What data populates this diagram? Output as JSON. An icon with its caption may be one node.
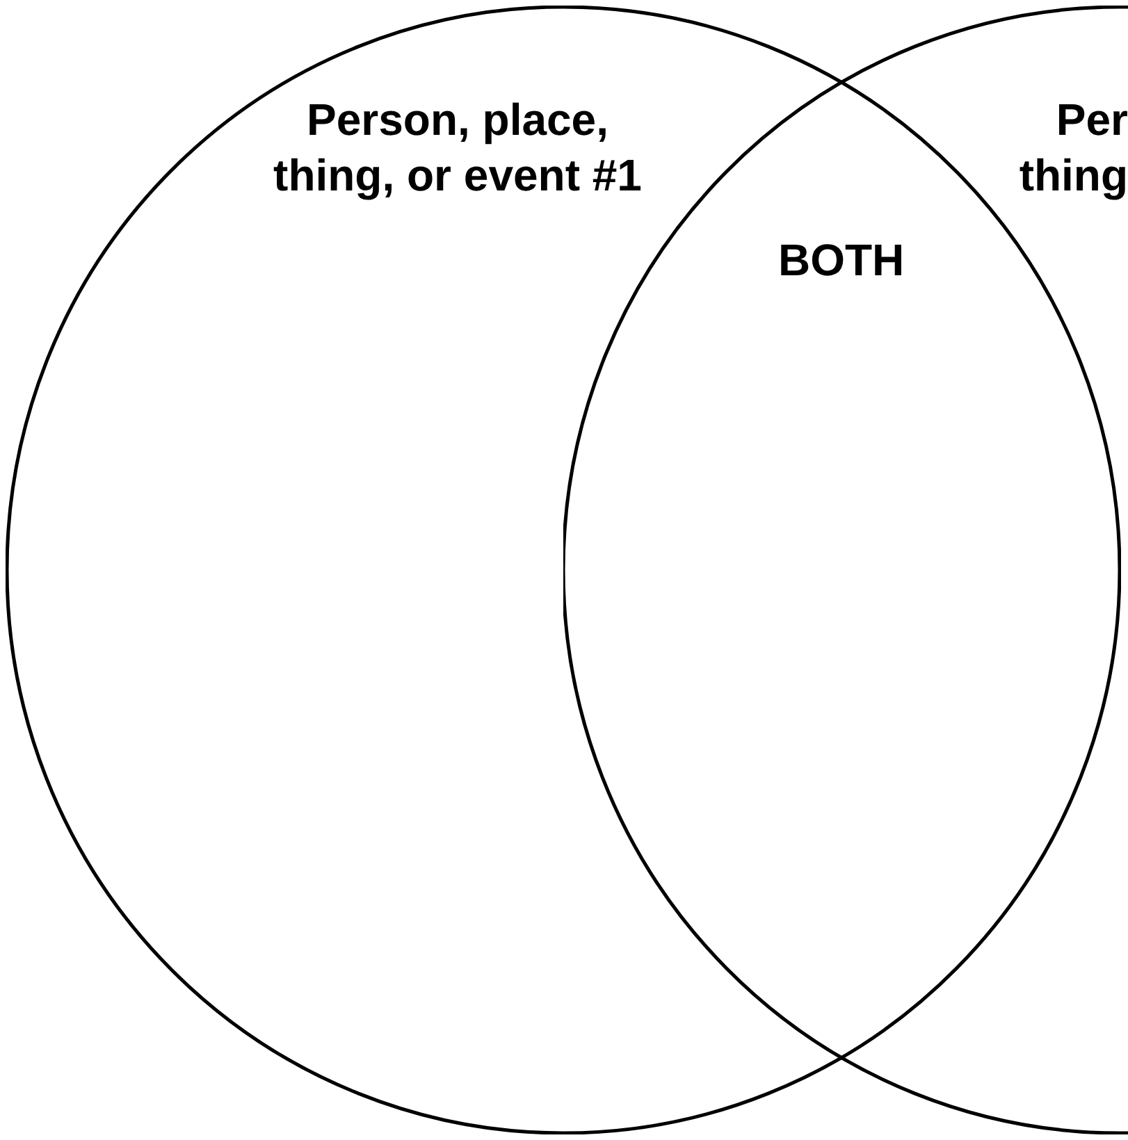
{
  "diagram": {
    "nodes": [
      {
        "text": [
          "Person, place, thing, or event #1"
        ]
      },
      {
        "text": [
          "Per thing"
        ]
      }
    ],
    "labels": [
      "BOTH"
    ]
  }
}
